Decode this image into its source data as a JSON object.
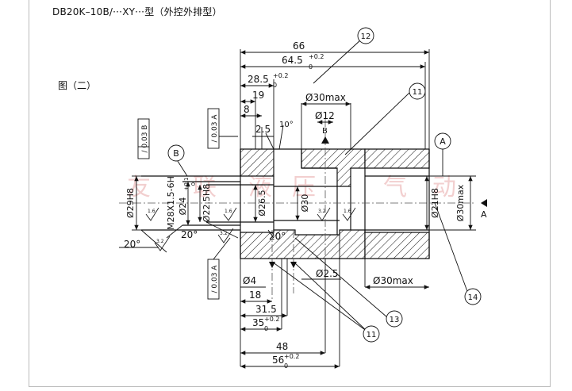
{
  "header": {
    "title": "DB20K–10B/···XY···型（外控外排型）",
    "figure_label": "图（二）"
  },
  "watermark": [
    "友",
    "联",
    "液",
    "压",
    "气",
    "动"
  ],
  "dims": {
    "d66": "66",
    "d64_5": "64.5",
    "d64_5_tol": "+0.2",
    "d64_5_sub": "0",
    "d28_5": "28.5",
    "d28_5_tol": "+0.2",
    "d28_5_sub": "0",
    "d19": "19",
    "d8": "8",
    "d2_5": "2.5",
    "d10deg": "10°",
    "d30max_top": "Ø30max",
    "d12": "Ø12",
    "d29H8": "Ø29H8",
    "m28": "M28X1.5-6H",
    "d24": "Ø24",
    "d24_tol": "+0.1",
    "d24_sub": "0",
    "d22_5H8": "Ø22.5H8",
    "d26_5": "Ø26.5",
    "d30": "Ø30",
    "d21H8": "Ø21H8",
    "d30max_right": "Ø30max",
    "d20deg_left": "20°",
    "d20deg_mid": "20°",
    "d20deg_c": "20°",
    "d4": "Ø4",
    "d2_5b": "Ø2.5",
    "d30max_bottom": "Ø30max",
    "d18": "18",
    "d31_5": "31.5",
    "d35": "35",
    "d35_tol": "+0.2",
    "d35_sub": "0",
    "d48": "48",
    "d56": "56",
    "d56_tol": "+0.2",
    "d56_sub": "0",
    "rough1": "1.6",
    "rough2": "1.6",
    "rough3": "3.2",
    "rough4": "1.6",
    "rough5": "3.2",
    "rough6": "3.2"
  },
  "tolerance_frames": {
    "top": "/ 0.03 B",
    "mid": "/ 0.03 A",
    "bottom": "/ 0.03 A"
  },
  "datums": {
    "a": "A",
    "b": "B",
    "b_small": "B",
    "arrow_a": "A"
  },
  "balloons": {
    "b12": "12",
    "b11_top": "11",
    "b14": "14",
    "b13": "13",
    "b11_bottom": "11"
  }
}
